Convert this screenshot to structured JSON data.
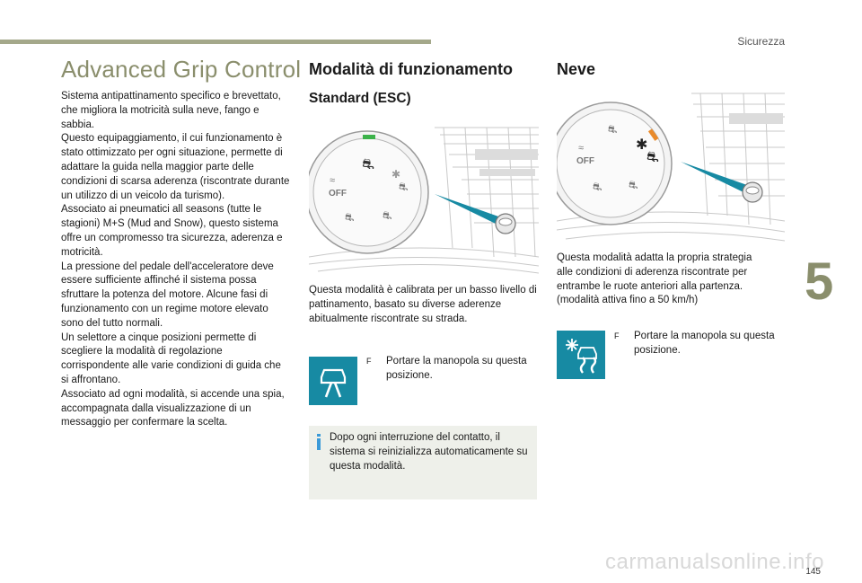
{
  "header": {
    "section": "Sicurezza"
  },
  "title": "Advanced Grip Control",
  "intro": [
    "Sistema antipattinamento specifico e brevettato, che migliora la motricità sulla neve, fango e sabbia.",
    "Questo equipaggiamento, il cui funzionamento è stato ottimizzato per ogni situazione, permette di adattare la guida nella maggior parte delle condizioni di scarsa aderenza (riscontrate durante un utilizzo di un veicolo da turismo).",
    "Associato ai pneumatici all seasons (tutte le stagioni) M+S (Mud and Snow), questo sistema offre un compromesso tra sicurezza, aderenza e motricità.",
    "La pressione del pedale dell'acceleratore deve essere sufficiente affinché il sistema possa sfruttare la potenza del motore. Alcune fasi di funzionamento con un regime motore elevato sono del tutto normali.",
    "Un selettore a cinque posizioni permette di scegliere la modalità di regolazione corrispondente alle varie condizioni di guida che si affrontano.",
    "Associato ad ogni modalità, si accende una spia, accompagnata dalla visualizzazione di un messaggio per confermare la scelta."
  ],
  "modes": {
    "heading": "Modalità di funzionamento",
    "standard": {
      "heading": "Standard (ESC)",
      "description": "Questa modalità è calibrata per un basso livello di pattinamento, basato su diverse aderenze abitualmente riscontrate su strada.",
      "bullet": "Portare la manopola su questa posizione.",
      "info": "Dopo ogni interruzione del contatto, il sistema si reinizializza automaticamente su questa modalità."
    },
    "snow": {
      "heading": "Neve",
      "description": "Questa modalità adatta la propria strategia alle condizioni di aderenza riscontrate per entrambe le ruote anteriori alla partenza. (modalità attiva fino a 50 km/h)",
      "bullet": "Portare la manopola su questa posizione."
    }
  },
  "dial": {
    "off_label": "OFF"
  },
  "bullet_marker": "F",
  "chapter": "5",
  "page_number": "145",
  "watermark": "carmanualsonline.info",
  "colors": {
    "accent_olive": "#8a8e6c",
    "teal": "#178aa3",
    "info_blue": "#3b9ad8",
    "indicator_green": "#3cb24a",
    "indicator_orange": "#e98a2a"
  }
}
